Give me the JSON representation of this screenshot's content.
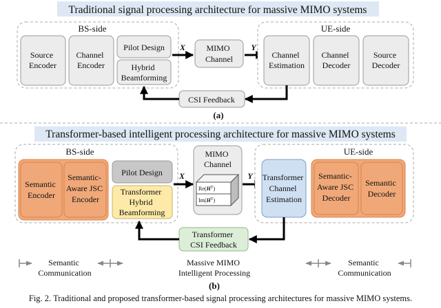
{
  "panel_a": {
    "title": "Traditional signal processing architecture for massive MIMO systems",
    "bs_label": "BS-side",
    "ue_label": "UE-side",
    "source_encoder": [
      "Source",
      "Encoder"
    ],
    "channel_encoder": [
      "Channel",
      "Encoder"
    ],
    "pilot_design": "Pilot Design",
    "hybrid_beamforming": [
      "Hybrid",
      "Beamforming"
    ],
    "x_label": "X",
    "y_label": "Y",
    "mimo_channel": [
      "MIMO",
      "Channel"
    ],
    "channel_estimation": [
      "Channel",
      "Estimation"
    ],
    "channel_decoder": [
      "Channel",
      "Decoder"
    ],
    "source_decoder": [
      "Source",
      "Decoder"
    ],
    "csi_feedback": "CSI Feedback",
    "caption": "(a)"
  },
  "panel_b": {
    "title": "Transformer-based intelligent processing architecture for massive MIMO systems",
    "bs_label": "BS-side",
    "ue_label": "UE-side",
    "semantic_encoder": [
      "Semantic",
      "Encoder"
    ],
    "jsc_encoder": [
      "Semantic-",
      "Aware JSC",
      "Encoder"
    ],
    "pilot_design": "Pilot Design",
    "transformer_beamforming": [
      "Transformer",
      "Hybrid",
      "Beamforming"
    ],
    "x_label": "X",
    "y_label": "Y",
    "mimo_channel": [
      "MIMO",
      "Channel"
    ],
    "cube_re": "Re(",
    "cube_im": "Im(",
    "cube_h": "H",
    "cube_t": "T",
    "cube_close": ")",
    "channel_estimation": [
      "Transformer",
      "Channel",
      "Estimation"
    ],
    "jsc_decoder": [
      "Semantic-",
      "Aware JSC",
      "Decoder"
    ],
    "semantic_decoder": [
      "Semantic",
      "Decoder"
    ],
    "csi_feedback": [
      "Transformer",
      "CSI Feedback"
    ],
    "region_left": [
      "Semantic",
      "Communication"
    ],
    "region_mid": [
      "Massive MIMO",
      "Intelligent Processing"
    ],
    "region_right": [
      "Semantic",
      "Communication"
    ],
    "caption": "(b)"
  },
  "figure_caption": "Fig. 2. Traditional and proposed transformer-based signal processing architectures for massive MIMO systems.",
  "colors": {
    "title_bg": "#dde8f4",
    "gray_box": "#ececec",
    "orange": "#f0a878",
    "orange_border": "#d9824a",
    "pilot_gray": "#c8c8c8",
    "yellow": "#fde9a8",
    "blue": "#cfe0f3",
    "green": "#dceed8"
  }
}
